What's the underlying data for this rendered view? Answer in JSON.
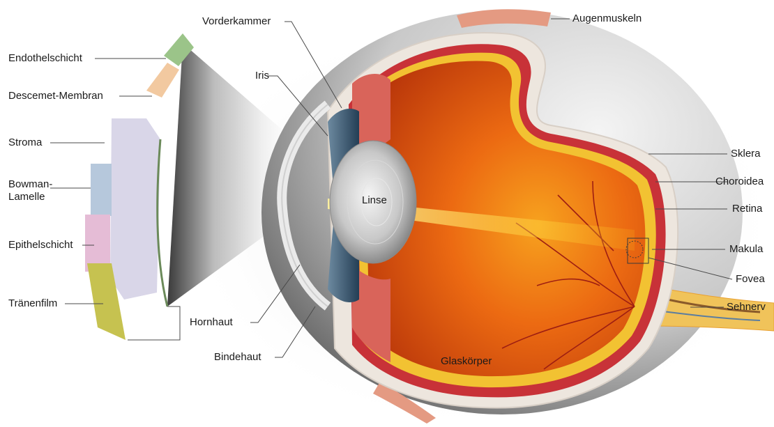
{
  "colors": {
    "leader": "#4a4a4a",
    "sclera": "#ece6e0",
    "choroid": "#c8323a",
    "retina": "#f0c030",
    "vitreous": "#e25a10",
    "light_beam": "#ffd21c",
    "iris": "#3f5f78",
    "cornea_layers": [
      "#9bc489",
      "#f2c9a0",
      "#d9d6e8",
      "#b6c8dc",
      "#e5bcd6",
      "#c6c250"
    ]
  },
  "labels": {
    "endothel": "Endothelschicht",
    "descemet": "Descemet-Membran",
    "stroma": "Stroma",
    "bowman": "Bowman-\nLamelle",
    "epithel": "Epithelschicht",
    "traenenfilm": "Tränenfilm",
    "vorderkammer": "Vorderkammer",
    "iris": "Iris",
    "hornhaut": "Hornhaut",
    "bindehaut": "Bindehaut",
    "linse": "Linse",
    "glaskoerper": "Glaskörper",
    "augenmuskeln": "Augenmuskeln",
    "sklera": "Sklera",
    "choroidea": "Choroidea",
    "retina": "Retina",
    "makula": "Makula",
    "fovea": "Fovea",
    "sehnerv": "Sehnerv"
  }
}
